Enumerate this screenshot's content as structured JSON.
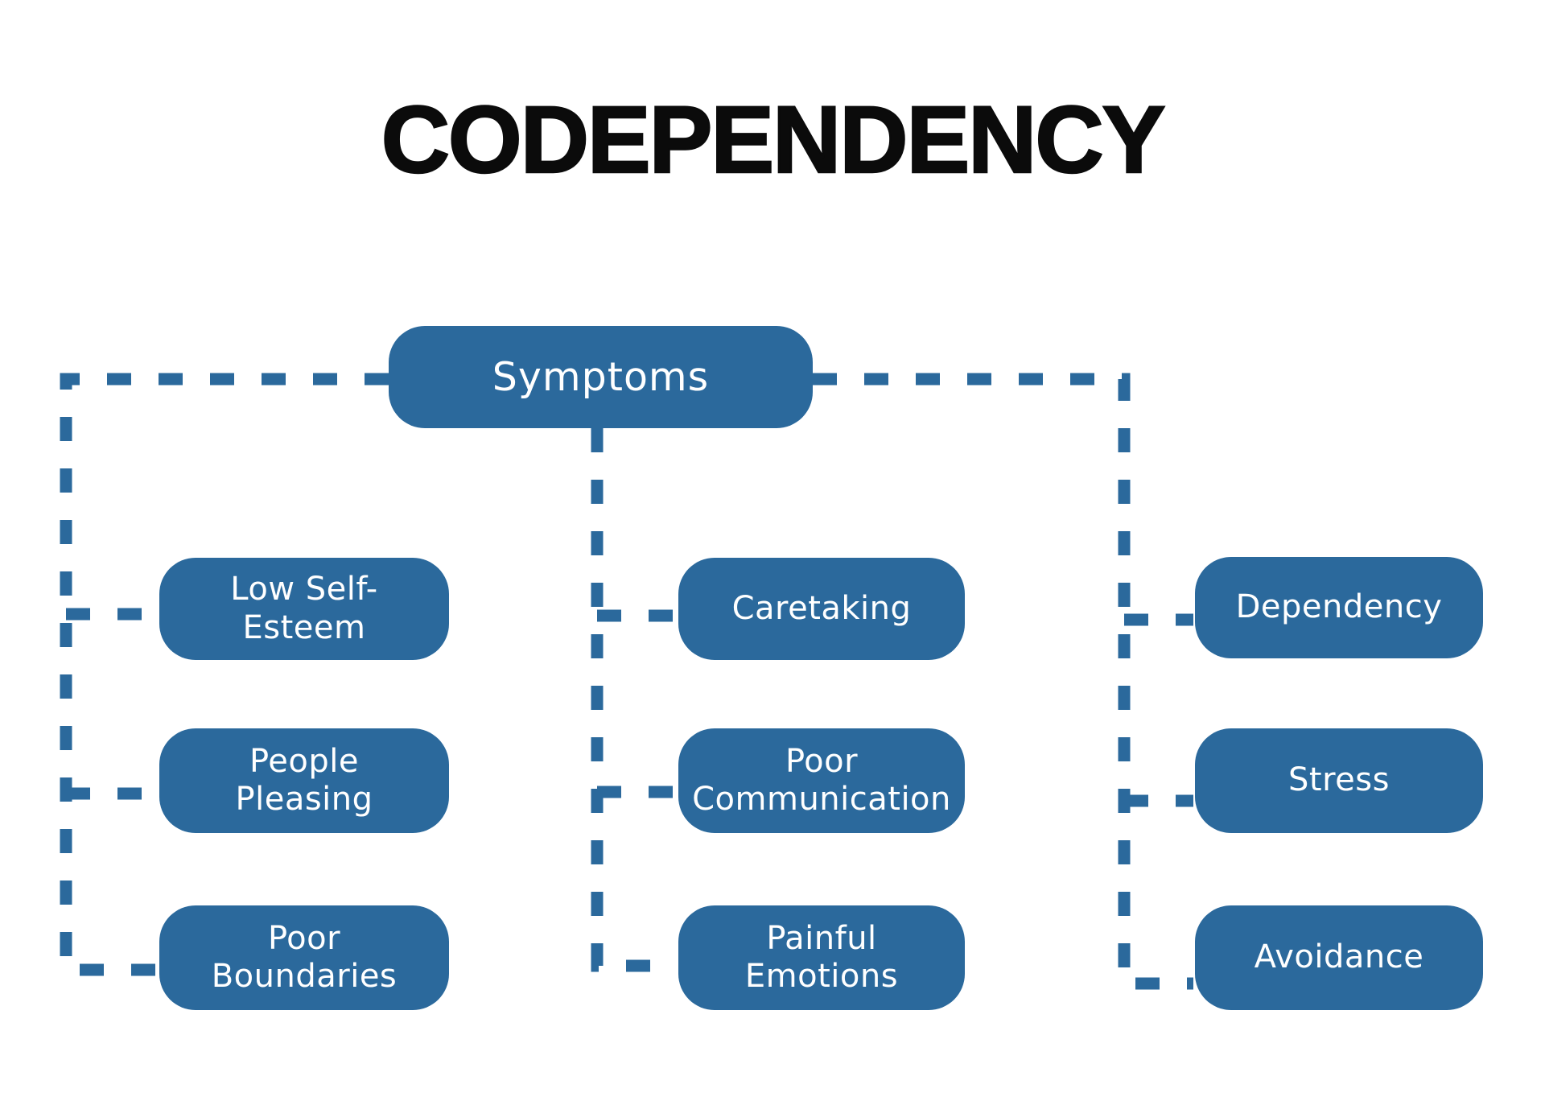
{
  "title": "CODEPENDENCY",
  "root": {
    "label": "Symptoms"
  },
  "columns": [
    {
      "items": [
        {
          "label": "Low Self-\nEsteem"
        },
        {
          "label": "People\nPleasing"
        },
        {
          "label": "Poor\nBoundaries"
        }
      ]
    },
    {
      "items": [
        {
          "label": "Caretaking"
        },
        {
          "label": "Poor\nCommunication"
        },
        {
          "label": "Painful\nEmotions"
        }
      ]
    },
    {
      "items": [
        {
          "label": "Dependency"
        },
        {
          "label": "Stress"
        },
        {
          "label": "Avoidance"
        }
      ]
    }
  ],
  "colors": {
    "node_fill": "#2B699C",
    "node_text": "#FFFFFF",
    "title_text": "#0B0B0B",
    "background": "#FFFFFF"
  }
}
